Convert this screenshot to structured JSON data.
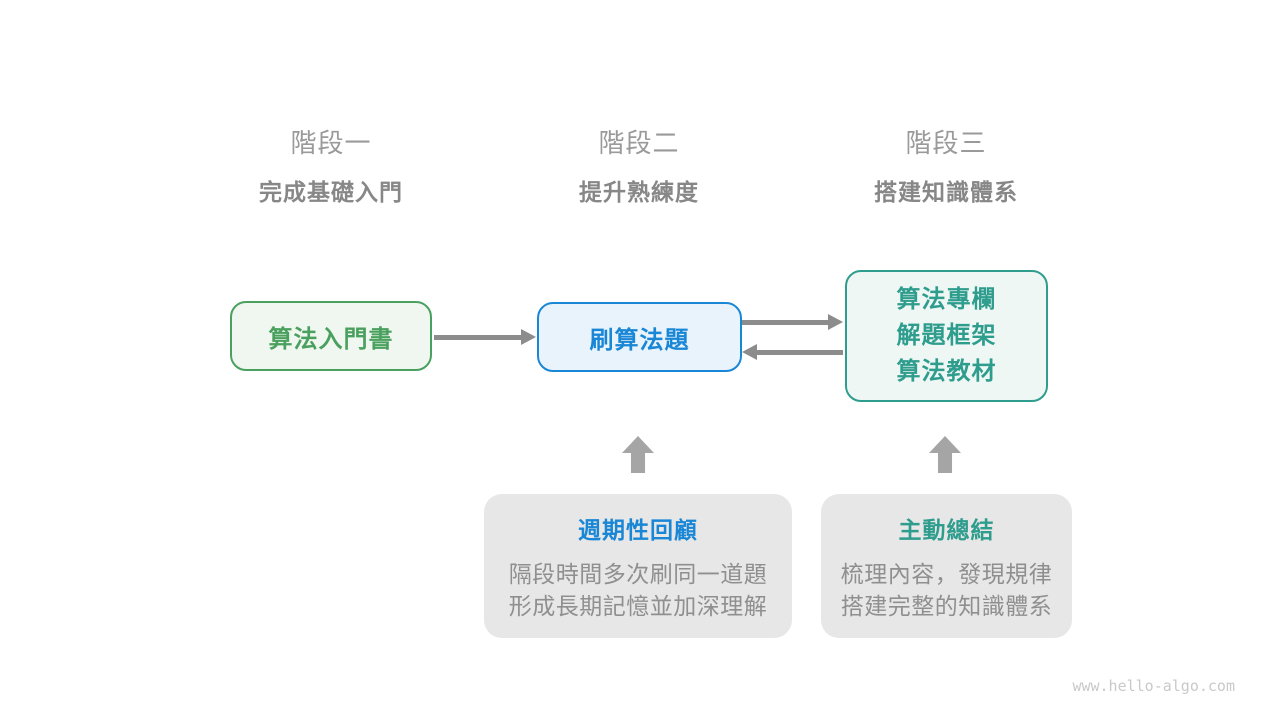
{
  "stages": [
    {
      "title": "階段一",
      "subtitle": "完成基礎入門"
    },
    {
      "title": "階段二",
      "subtitle": "提升熟練度"
    },
    {
      "title": "階段三",
      "subtitle": "搭建知識體系"
    }
  ],
  "nodes": {
    "intro_book": {
      "label": "算法入門書"
    },
    "practice": {
      "label": "刷算法題"
    },
    "resources": {
      "lines": [
        "算法專欄",
        "解題框架",
        "算法教材"
      ]
    }
  },
  "tips": [
    {
      "title": "週期性回顧",
      "body_line1": "隔段時間多次刷同一道題",
      "body_line2": "形成長期記憶並加深理解"
    },
    {
      "title": "主動總結",
      "body_line1": "梳理內容，發現規律",
      "body_line2": "搭建完整的知識體系"
    }
  ],
  "icons": {
    "flow_arrows": [
      "arrow-right-icon",
      "arrow-right-icon",
      "arrow-left-icon"
    ],
    "up_arrows": [
      "arrow-up-icon",
      "arrow-up-icon"
    ]
  },
  "footer": {
    "url": "www.hello-algo.com"
  },
  "colors": {
    "green": "#4aa05e",
    "blue": "#1a87d6",
    "teal": "#2f9d8d",
    "arrow_gray": "#8c8c8c",
    "up_arrow_gray": "#a5a5a5",
    "tip_background": "#e7e7e7",
    "stage_title_gray": "#9a9a9a",
    "body_text_gray": "#8f8f8f"
  }
}
